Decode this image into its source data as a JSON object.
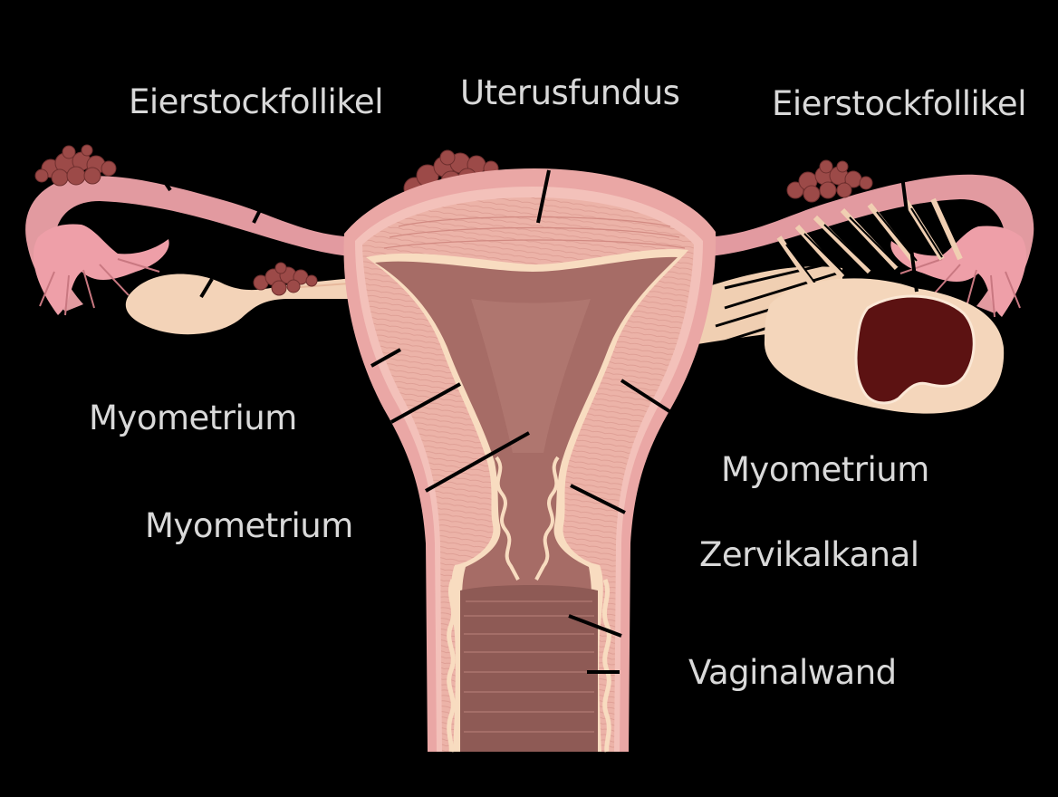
{
  "labels": {
    "follicle_left": "Eierstockfollikel",
    "fundus": "Uterusfundus",
    "follicle_right": "Eierstockfollikel",
    "myometrium_left_1": "Myometrium",
    "myometrium_left_2": "Myometrium",
    "myometrium_right": "Myometrium",
    "cervical_canal": "Zervikalkanal",
    "vaginal_wall": "Vaginalwand"
  },
  "colors": {
    "background": "#000000",
    "label_text": "#d9d9d9",
    "outer_tissue": "#e9a6a3",
    "muscle": "#eab1a6",
    "lining_cream": "#f8dcc0",
    "cavity": "#a86d66",
    "tube": "#e09aa0",
    "follicle": "#9c4a48",
    "ovary": "#f3d2b6",
    "cyst": "#5c1212",
    "leader_line": "#000000"
  }
}
